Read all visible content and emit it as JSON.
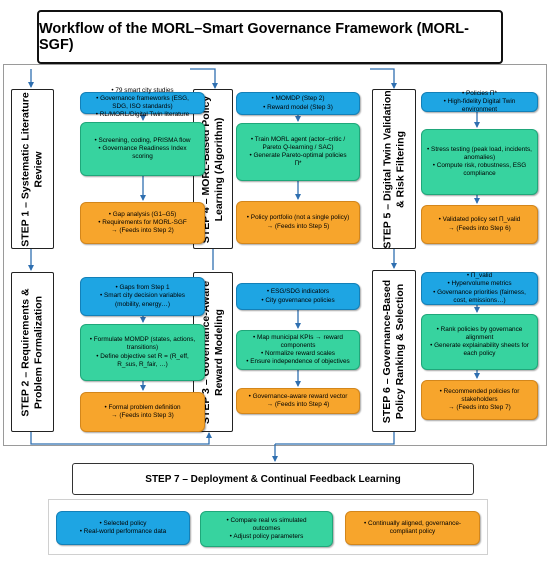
{
  "title": "Workflow of the MORL–Smart Governance Framework (MORL-SGF)",
  "steps": [
    {
      "label_lines": [
        "STEP 1 – Systematic Literature",
        "Review"
      ],
      "boxes": [
        {
          "color": "blue",
          "lines": [
            "• 79 smart city studies",
            "• Governance frameworks (ESG,",
            "SDG, ISO standards)",
            "• RL/MORL/Digital Twin literature"
          ]
        },
        {
          "color": "green",
          "lines": [
            "• Screening, coding, PRISMA flow",
            "• Governance Readiness Index",
            "scoring"
          ]
        },
        {
          "color": "orange",
          "lines": [
            "• Gap analysis (G1–G5)",
            "• Requirements for MORL-SGF",
            "→ (Feeds into Step 2)"
          ]
        }
      ]
    },
    {
      "label_lines": [
        "STEP 2 – Requirements &",
        "Problem Formalization"
      ],
      "boxes": [
        {
          "color": "blue",
          "lines": [
            "• Gaps from Step 1",
            "• Smart city decision variables",
            "(mobility, energy…)"
          ]
        },
        {
          "color": "green",
          "lines": [
            "• Formulate MOMDP (states, actions,",
            "transitions)",
            "• Define objective set R = (R_eff,",
            "R_sus, R_fair, …)"
          ]
        },
        {
          "color": "orange",
          "lines": [
            "• Formal problem definition",
            "→ (Feeds into Step 3)"
          ]
        }
      ]
    },
    {
      "label_lines": [
        "STEP 4 – MORL-Based Policy",
        "Learning (Algorithm)"
      ],
      "boxes": [
        {
          "color": "blue",
          "lines": [
            "• MOMDP (Step 2)",
            "• Reward model (Step 3)"
          ]
        },
        {
          "color": "green",
          "lines": [
            "• Train MORL agent (actor–critic /",
            "Pareto Q-learning / SAC)",
            "• Generate Pareto-optimal policies",
            "Π*"
          ]
        },
        {
          "color": "orange",
          "lines": [
            "• Policy portfolio (not a single policy)",
            "→ (Feeds into Step 5)"
          ]
        }
      ]
    },
    {
      "label_lines": [
        "STEP 3 – Governance-Aware",
        "Reward Modeling"
      ],
      "boxes": [
        {
          "color": "blue",
          "lines": [
            "• ESG/SDG indicators",
            "• City governance policies"
          ]
        },
        {
          "color": "green",
          "lines": [
            "• Map municipal KPIs → reward",
            "components",
            "• Normalize reward scales",
            "• Ensure independence of objectives"
          ]
        },
        {
          "color": "orange",
          "lines": [
            "• Governance-aware reward vector",
            "→ (Feeds into Step 4)"
          ]
        }
      ]
    },
    {
      "label_lines": [
        "STEP 5 – Digital Twin Validation",
        "& Risk Filtering"
      ],
      "boxes": [
        {
          "color": "blue",
          "lines": [
            "• Policies Π*",
            "• High-fidelity Digital Twin",
            "environment"
          ]
        },
        {
          "color": "green",
          "lines": [
            "• Stress testing (peak load, incidents,",
            "anomalies)",
            "• Compute risk, robustness, ESG",
            "compliance"
          ]
        },
        {
          "color": "orange",
          "lines": [
            "• Validated policy set Π_valid",
            "→ (Feeds into Step 6)"
          ]
        }
      ]
    },
    {
      "label_lines": [
        "STEP 6 – Governance-Based",
        "Policy Ranking & Selection"
      ],
      "boxes": [
        {
          "color": "blue",
          "lines": [
            "• Π_valid",
            "• Hypervolume metrics",
            "• Governance priorities (fairness,",
            "cost, emissions…)"
          ]
        },
        {
          "color": "green",
          "lines": [
            "• Rank policies by governance",
            "alignment",
            "• Generate explainability sheets for",
            "each policy"
          ]
        },
        {
          "color": "orange",
          "lines": [
            "• Recommended policies for",
            "stakeholders",
            "→ (Feeds into Step 7)"
          ]
        }
      ]
    }
  ],
  "step7": {
    "label": "STEP 7 – Deployment & Continual Feedback Learning",
    "boxes": [
      {
        "color": "blue",
        "lines": [
          "• Selected policy",
          "• Real-world performance data"
        ]
      },
      {
        "color": "green",
        "lines": [
          "• Compare real vs simulated",
          "outcomes",
          "• Adjust policy parameters"
        ]
      },
      {
        "color": "orange",
        "lines": [
          "• Continually aligned, governance-",
          "compliant policy"
        ]
      }
    ]
  },
  "colors": {
    "blue": "#1ea5e3",
    "green": "#37d39f",
    "orange": "#f7a52c",
    "arrow": "#2f6fb0"
  }
}
